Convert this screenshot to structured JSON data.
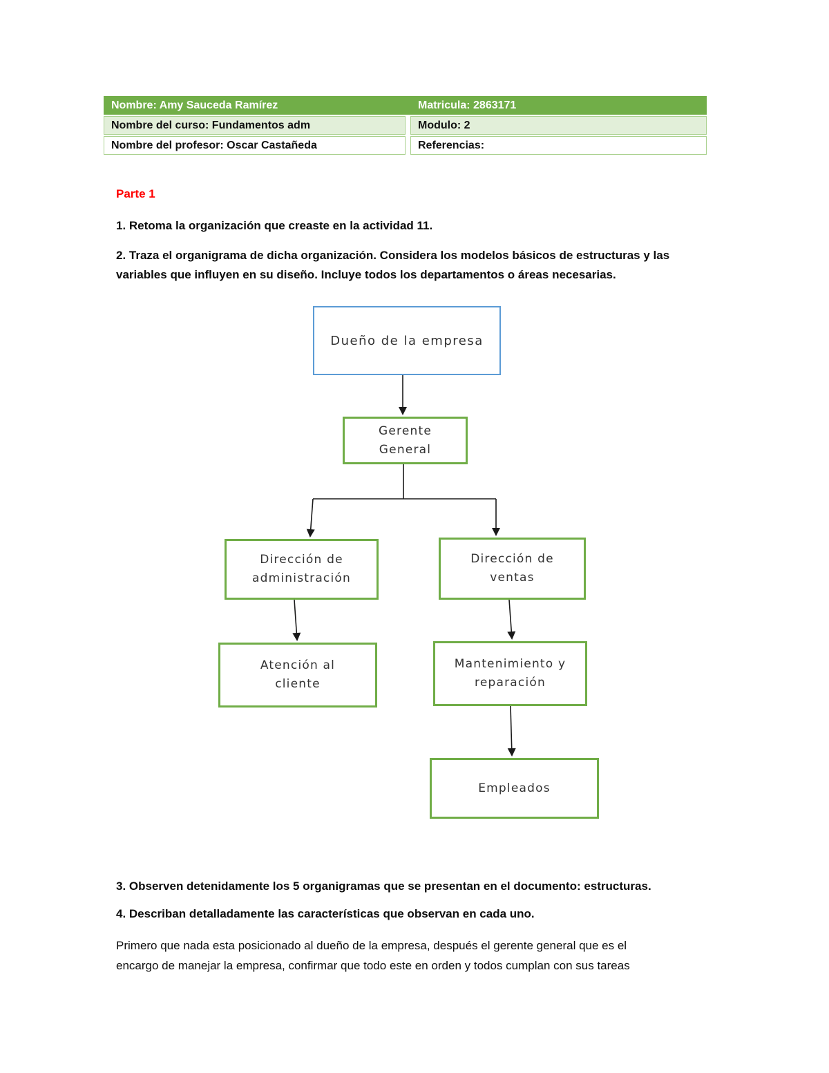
{
  "info_table": {
    "rows": [
      {
        "left": "Nombre: Amy Sauceda Ramírez",
        "right": "Matricula: 2863171"
      },
      {
        "left": "Nombre del curso: Fundamentos adm",
        "right": "Modulo: 2"
      },
      {
        "left": "Nombre del profesor: Oscar Castañeda",
        "right": "Referencias:"
      }
    ]
  },
  "content": {
    "part_heading": "Parte 1",
    "item1": "1. Retoma la organización que creaste en la actividad 11.",
    "item2": "2. Traza el organigrama de dicha organización. Considera los modelos básicos de estructuras y las\nvariables que influyen en su diseño. Incluye todos los departamentos o áreas necesarias.",
    "item3": "3. Observen detenidamente los 5 organigramas que se presentan en el documento: estructuras.",
    "item4": "4. Describan detalladamente las características que observan en cada uno.",
    "closing_paragraph": "Primero que nada esta posicionado al dueño de la empresa, después el gerente general que es el\nencargo de manejar la empresa, confirmar que todo este en orden y todos cumplan con sus tareas"
  },
  "diagram": {
    "nodes": [
      {
        "id": "owner",
        "label": "Dueño de la empresa",
        "border_color": "#5B9BD5"
      },
      {
        "id": "gm",
        "label": "Gerente\nGeneral",
        "border_color": "#70AD47"
      },
      {
        "id": "dir_admin",
        "label": "Dirección de\nadministración",
        "border_color": "#70AD47"
      },
      {
        "id": "dir_ventas",
        "label": "Dirección de\nventas",
        "border_color": "#70AD47"
      },
      {
        "id": "atencion",
        "label": "Atención al\ncliente",
        "border_color": "#70AD47"
      },
      {
        "id": "mant",
        "label": "Mantenimiento y\nreparación",
        "border_color": "#70AD47"
      },
      {
        "id": "empleados",
        "label": "Empleados",
        "border_color": "#70AD47"
      }
    ],
    "edges": [
      {
        "from": "owner",
        "to": "gm"
      },
      {
        "from": "gm",
        "to": "dir_admin"
      },
      {
        "from": "gm",
        "to": "dir_ventas"
      },
      {
        "from": "dir_admin",
        "to": "atencion"
      },
      {
        "from": "dir_ventas",
        "to": "mant"
      },
      {
        "from": "mant",
        "to": "empleados"
      }
    ]
  },
  "colors": {
    "table_header_green": "#71AE48",
    "table_row_light_green": "#E2EFD9",
    "table_border_green": "#A9D18E",
    "heading_red": "#FF0000",
    "node_border_green": "#70AD47",
    "node_border_blue": "#5B9BD5",
    "connector_black": "#1a1a1a"
  }
}
